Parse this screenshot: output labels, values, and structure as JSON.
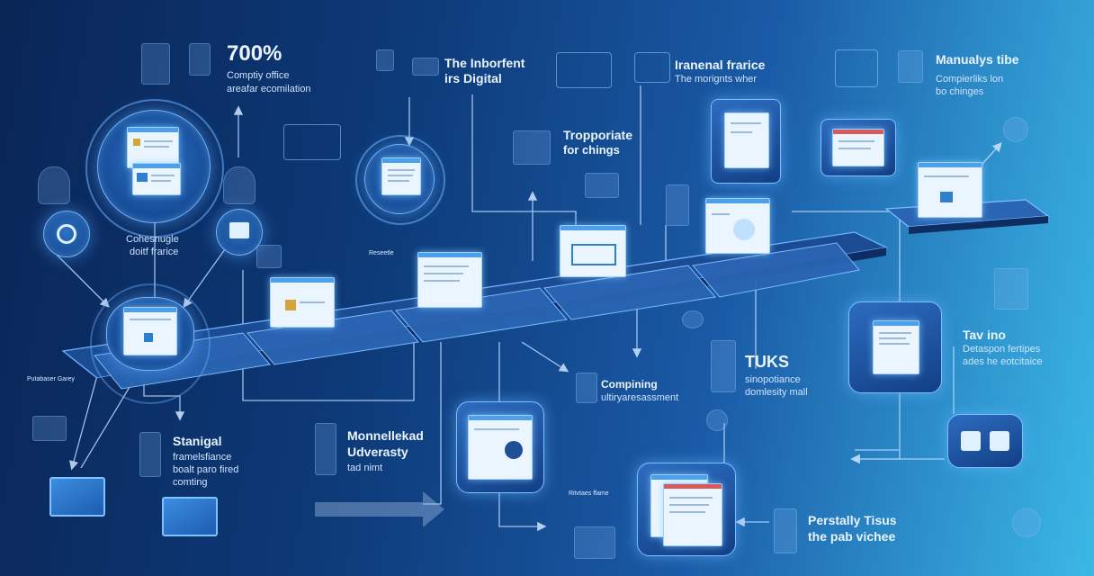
{
  "stat_block": {
    "value": "700%",
    "line1": "Comptiy office",
    "line2": "areafar ecomilation"
  },
  "label_inborfent": {
    "line1": "The Inborfent",
    "line2": "irs Digital"
  },
  "label_tranenal": {
    "line1": "Iranenal frarice",
    "line2": "The morignts wher"
  },
  "label_manualys": {
    "line1": "Manualys tibe",
    "line2": "Compierliks lon",
    "line3": "bo chinges"
  },
  "label_troporiate": {
    "line1": "Tropporiate",
    "line2": "for chings"
  },
  "label_cohesnugle": {
    "line1": "Cohesnugle",
    "line2": "doitf frarice"
  },
  "label_small_left": "Putabaser Garey",
  "label_small_center": "Reseetle",
  "label_small_bottom": "Ritvtaes ffame",
  "label_tay_ino": {
    "line1": "Tav ino",
    "line2": "Detaspon fertipes",
    "line3": "ades he eotcitaice"
  },
  "label_tuks": {
    "line1": "TUKS",
    "line2": "sinopotiance",
    "line3": "domlesity mall"
  },
  "label_complining": {
    "line1": "Compining",
    "line2": "ultiryaresassment"
  },
  "label_stanigal": {
    "line1": "Stanigal",
    "line2": "framelsfiance",
    "line3": "boalt paro fired",
    "line4": "comting"
  },
  "label_monnellekad": {
    "line1": "Monnellekad",
    "line2": "Udverasty",
    "line3": "tad nimt"
  },
  "label_perstally": {
    "line1": "Perstally Tisus",
    "line2": "the pab vichee"
  },
  "colors": {
    "bg_dark": "#0a2556",
    "bg_light": "#3bb8e6",
    "glow": "#7cc0ff",
    "doc": "#eaf5ff",
    "accent": "#2f7fd0"
  }
}
